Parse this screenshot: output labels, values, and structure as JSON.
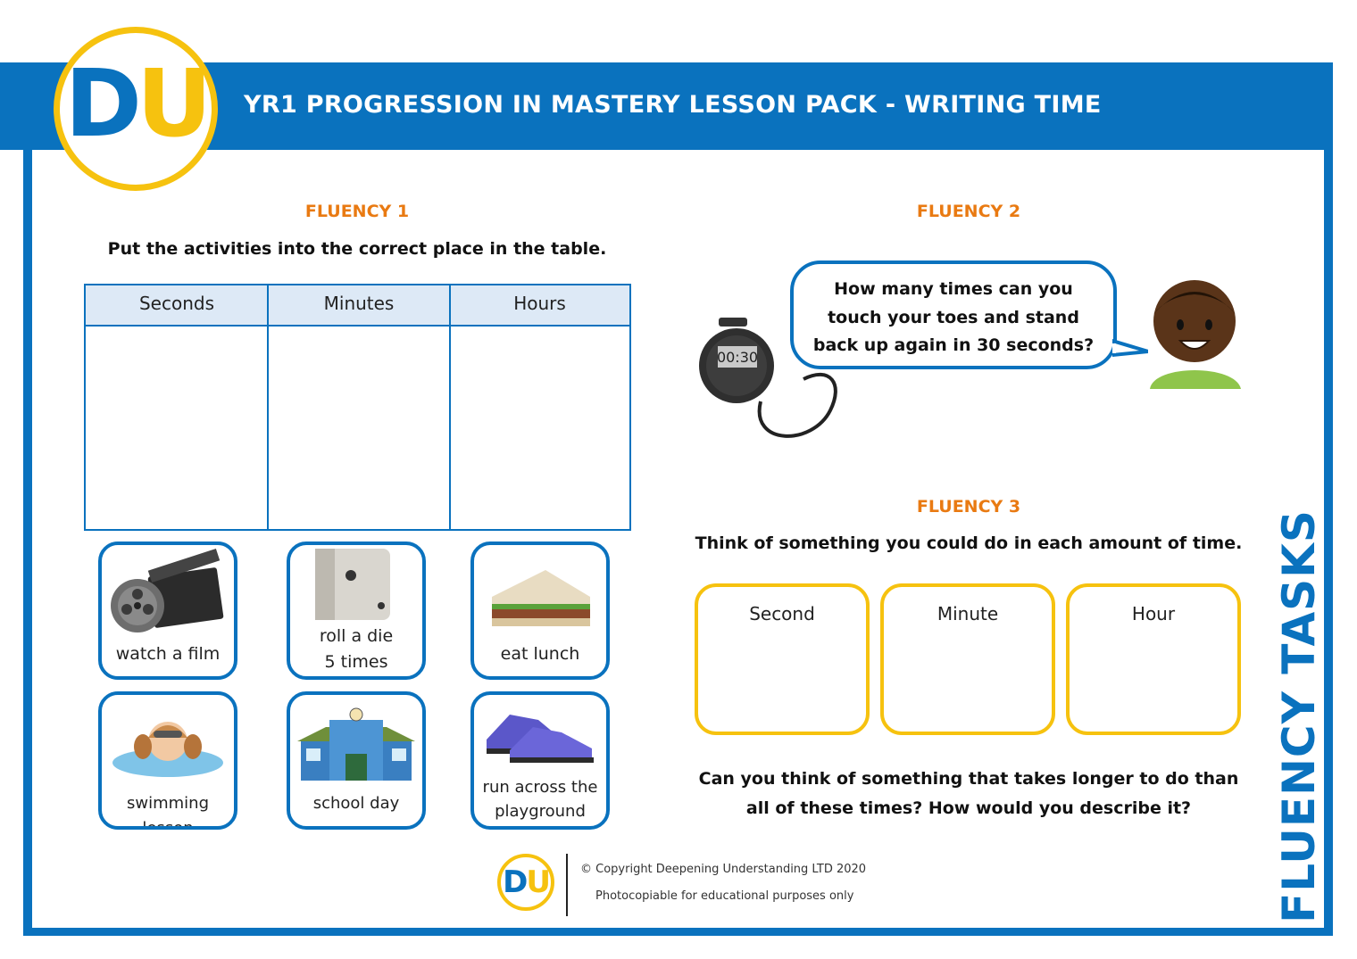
{
  "header": {
    "title": "YR1 PROGRESSION IN MASTERY LESSON PACK - WRITING TIME",
    "logo_text_d": "D",
    "logo_text_u": "U"
  },
  "fluency1": {
    "heading": "FLUENCY 1",
    "instruction": "Put the activities into the correct place in the table.",
    "columns": [
      "Seconds",
      "Minutes",
      "Hours"
    ],
    "cards": [
      {
        "label": "watch a film",
        "icon": "film-reel-clapperboard-icon"
      },
      {
        "label": "roll a die\n5 times",
        "icon": "die-icon"
      },
      {
        "label": "eat lunch",
        "icon": "sandwich-icon"
      },
      {
        "label": "swimming lesson",
        "icon": "swimmer-icon"
      },
      {
        "label": "school day",
        "icon": "school-building-icon"
      },
      {
        "label": "run across the\nplayground",
        "icon": "trainers-icon"
      }
    ]
  },
  "fluency2": {
    "heading": "FLUENCY 2",
    "question": "How many times can you\ntouch your toes and stand\nback up again in 30 seconds?",
    "stopwatch_display": "00:30"
  },
  "fluency3": {
    "heading": "FLUENCY 3",
    "instruction": "Think of something you could do in each amount of time.",
    "boxes": [
      "Second",
      "Minute",
      "Hour"
    ],
    "question": "Can you think of something that takes longer to do than\nall of these times? How would you describe it?"
  },
  "side_title": "FLUENCY TASKS",
  "footer": {
    "copyright": "© Copyright Deepening Understanding LTD 2020",
    "note": "Photocopiable for educational purposes only"
  },
  "colors": {
    "brand_blue": "#0a72be",
    "brand_yellow": "#f6c20f",
    "heading_orange": "#e97a12"
  }
}
